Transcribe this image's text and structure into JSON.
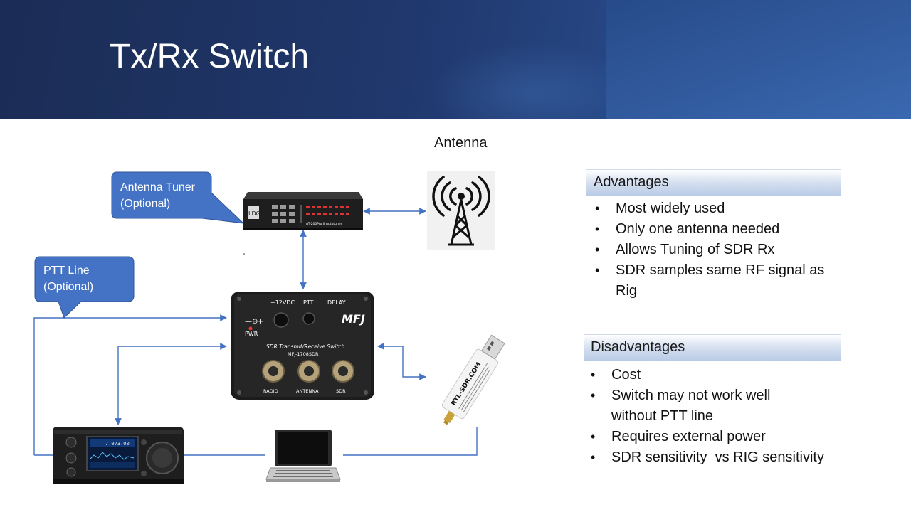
{
  "slide": {
    "title": "Tx/Rx Switch"
  },
  "diagram": {
    "antenna_label": "Antenna",
    "tuner_callout": [
      "Antenna Tuner",
      "(Optional)"
    ],
    "ptt_callout": [
      "PTT Line",
      "(Optional)"
    ],
    "tuner_device": {
      "brand": "LDG",
      "model": "AT-200Pro II Autotuner"
    },
    "switch_device": {
      "brand": "MFJ",
      "name": "SDR Transmit/Receive Switch",
      "model": "MFJ-1708SDR",
      "power": "+12VDC",
      "ptt": "PTT",
      "delay": "DELAY",
      "pwr": "PWR",
      "ports": [
        "RADIO",
        "ANTENNA",
        "SDR"
      ]
    },
    "sdr_dongle": {
      "brand": "RTL-SDR.COM"
    }
  },
  "advantages": {
    "heading": "Advantages",
    "items": [
      [
        "Most widely used"
      ],
      [
        "Only one antenna needed"
      ],
      [
        "Allows Tuning of SDR Rx"
      ],
      [
        "SDR samples same RF signal as",
        "Rig"
      ]
    ]
  },
  "disadvantages": {
    "heading": "Disadvantages",
    "items": [
      [
        "Cost"
      ],
      [
        "Switch may not work well",
        "without PTT line"
      ],
      [
        "Requires external power"
      ],
      [
        "SDR sensitivity  vs RIG sensitivity"
      ]
    ]
  },
  "colors": {
    "connector": "#4472c4",
    "callout_fill": "#4472c4",
    "header_dark": "#1b2c55",
    "header_light": "#2c5598"
  }
}
